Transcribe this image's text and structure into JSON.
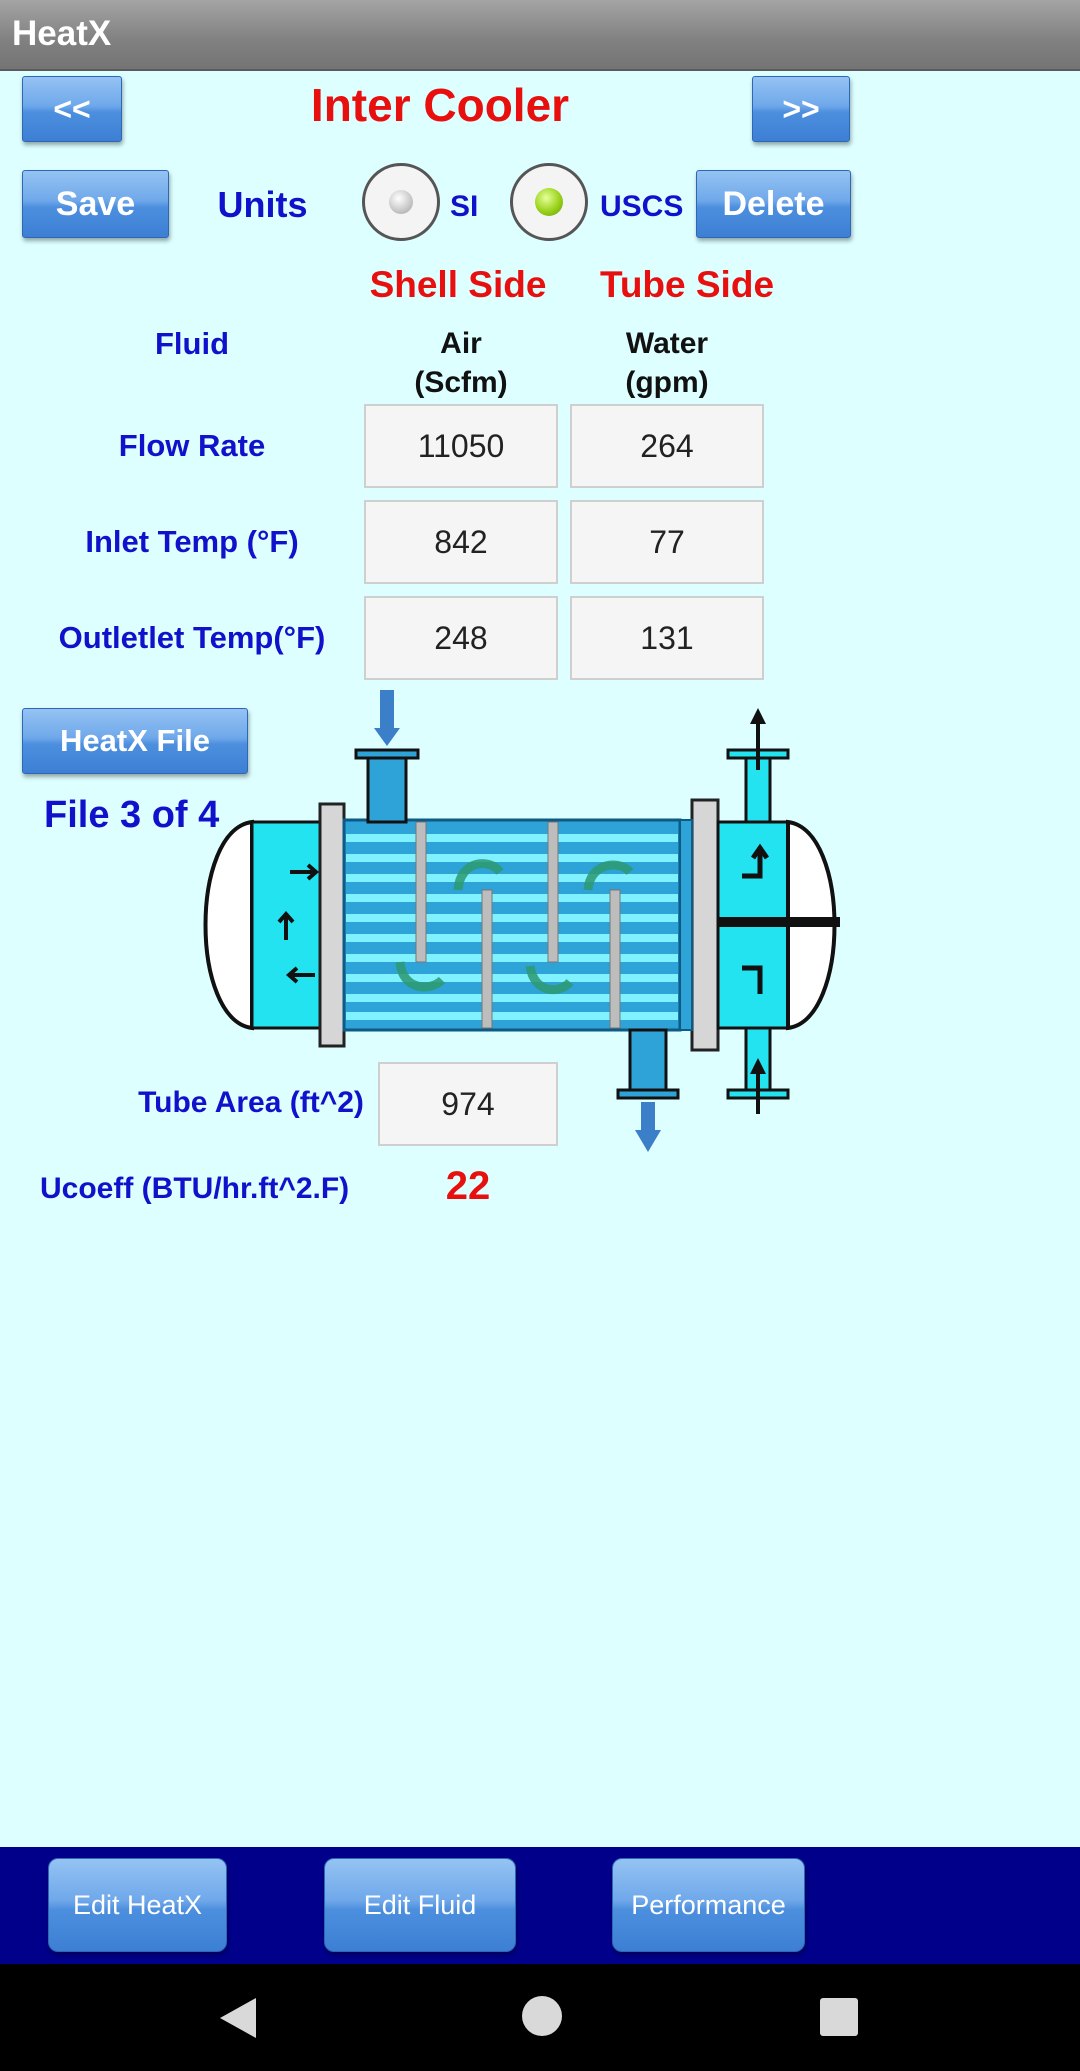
{
  "app": {
    "title": "HeatX"
  },
  "nav": {
    "prev_label": "<<",
    "next_label": ">>"
  },
  "page_title": "Inter Cooler",
  "toolbar": {
    "save_label": "Save",
    "units_label": "Units",
    "si_label": "SI",
    "uscs_label": "USCS",
    "selected_unit": "USCS",
    "delete_label": "Delete"
  },
  "columns": {
    "shell_header": "Shell Side",
    "tube_header": "Tube Side"
  },
  "fluid": {
    "label": "Fluid",
    "shell_fluid": "Air",
    "shell_unit": "(Scfm)",
    "tube_fluid": "Water",
    "tube_unit": "(gpm)"
  },
  "rows": {
    "flow_rate": {
      "label": "Flow Rate",
      "shell": "11050",
      "tube": "264"
    },
    "inlet_temp": {
      "label": "Inlet Temp (°F)",
      "shell": "842",
      "tube": "77"
    },
    "outlet_temp": {
      "label": "Outletlet Temp(°F)",
      "shell": "248",
      "tube": "131"
    }
  },
  "file": {
    "button_label": "HeatX File",
    "status": "File 3 of 4"
  },
  "tube_area": {
    "label": "Tube Area (ft^2)",
    "value": "974"
  },
  "ucoeff": {
    "label": "Ucoeff (BTU/hr.ft^2.F)",
    "value": "22"
  },
  "bottom_buttons": {
    "edit_heatx": "Edit HeatX",
    "edit_fluid": "Edit Fluid",
    "performance": "Performance"
  },
  "icons": {
    "diagram": "shell-and-tube-heat-exchanger-icon",
    "back": "triangle-back-icon",
    "home": "circle-home-icon",
    "recents": "square-recents-icon"
  },
  "colors": {
    "background": "#ddffff",
    "heading_red": "#e80f0f",
    "label_blue": "#1111cc",
    "bottom_bar": "#00008b"
  }
}
